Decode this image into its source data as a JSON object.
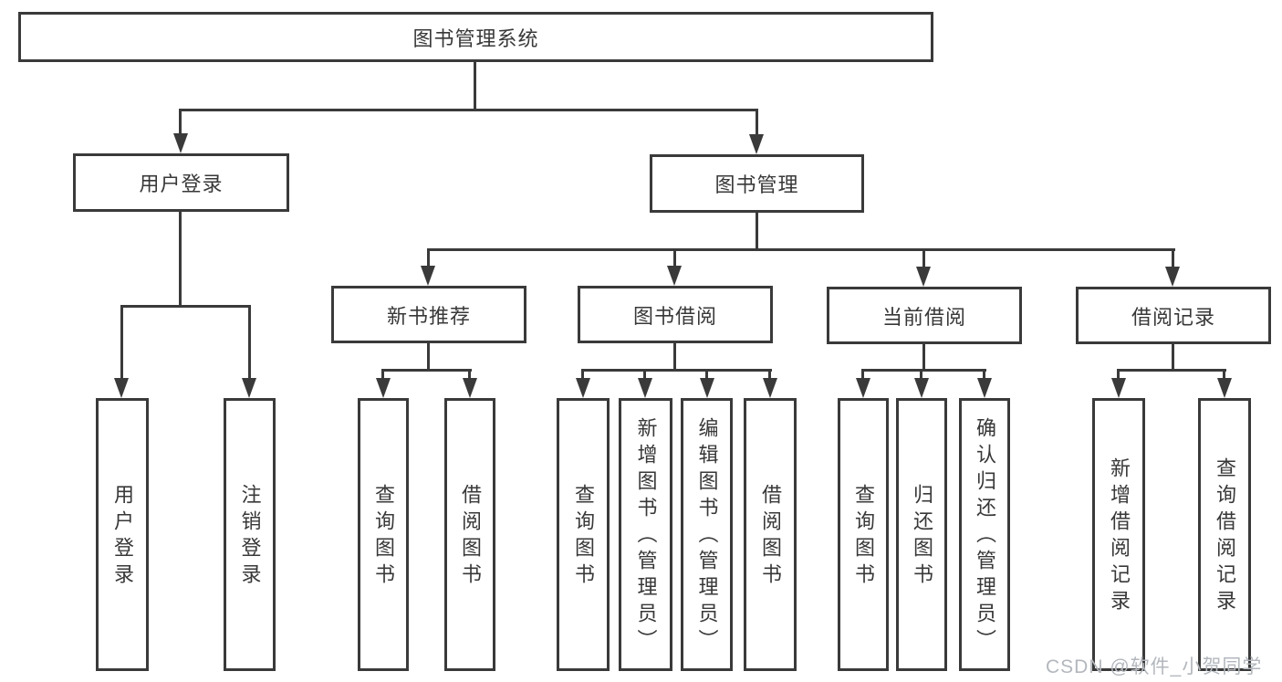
{
  "diagram": {
    "root": {
      "label": "图书管理系统"
    },
    "level2": [
      {
        "label": "用户登录"
      },
      {
        "label": "图书管理"
      }
    ],
    "level3": [
      {
        "label": "新书推荐"
      },
      {
        "label": "图书借阅"
      },
      {
        "label": "当前借阅"
      },
      {
        "label": "借阅记录"
      }
    ],
    "leaves": [
      {
        "label": "用户登录"
      },
      {
        "label": "注销登录"
      },
      {
        "label": "查询图书"
      },
      {
        "label": "借阅图书"
      },
      {
        "label": "查询图书"
      },
      {
        "label": "新增图书（管理员）"
      },
      {
        "label": "编辑图书（管理员）"
      },
      {
        "label": "借阅图书"
      },
      {
        "label": "查询图书"
      },
      {
        "label": "归还图书"
      },
      {
        "label": "确认归还（管理员）"
      },
      {
        "label": "新增借阅记录"
      },
      {
        "label": "查询借阅记录"
      }
    ],
    "watermark": "CSDN @软件_小贺同学",
    "colors": {
      "line": "#3a3a3a",
      "text": "#383838",
      "watermark": "#b3b7bd"
    }
  }
}
